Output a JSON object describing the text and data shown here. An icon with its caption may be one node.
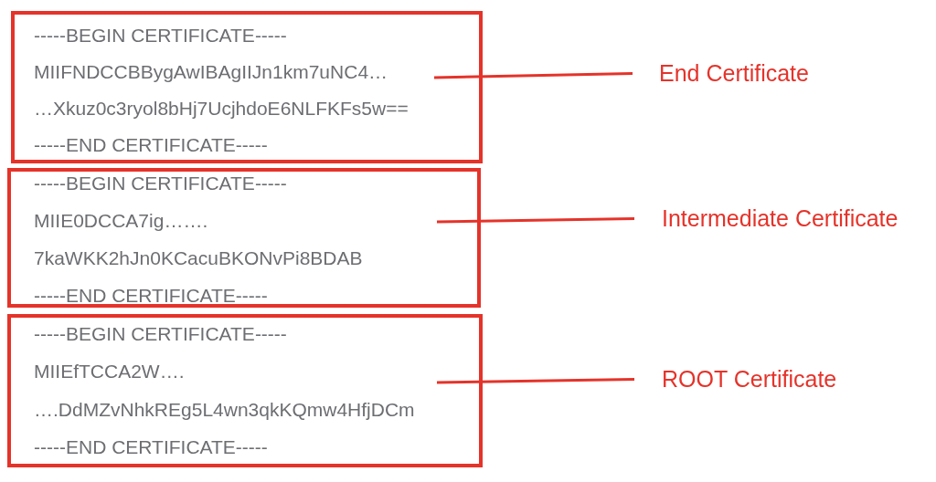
{
  "diagram": {
    "nodes": [
      {
        "text": [
          "-----BEGIN CERTIFICATE-----",
          "MIIFNDCCBBygAwIBAgIIJn1km7uNC4…",
          "…Xkuz0c3ryol8bHj7UcjhdoE6NLFKFs5w==",
          "-----END CERTIFICATE-----"
        ]
      },
      {
        "text": [
          "End Certificate"
        ]
      },
      {
        "text": [
          "-----BEGIN CERTIFICATE-----",
          "MIIE0DCCA7ig…….",
          "7kaWKK2hJn0KCacuBKONvPi8BDAB",
          "-----END CERTIFICATE-----"
        ]
      },
      {
        "text": [
          "Intermediate Certificate"
        ]
      },
      {
        "text": [
          "-----BEGIN CERTIFICATE-----",
          "MIIEfTCCA2W….",
          "….DdMZvNhkREg5L4wn3qkKQmw4HfjDCm",
          "-----END CERTIFICATE-----"
        ]
      },
      {
        "text": [
          "ROOT Certificate"
        ]
      }
    ],
    "edges": [
      {
        "from": 1,
        "to": 0,
        "arrow": "none"
      },
      {
        "from": 3,
        "to": 2,
        "arrow": "none"
      },
      {
        "from": 5,
        "to": 4,
        "arrow": "none"
      }
    ]
  }
}
